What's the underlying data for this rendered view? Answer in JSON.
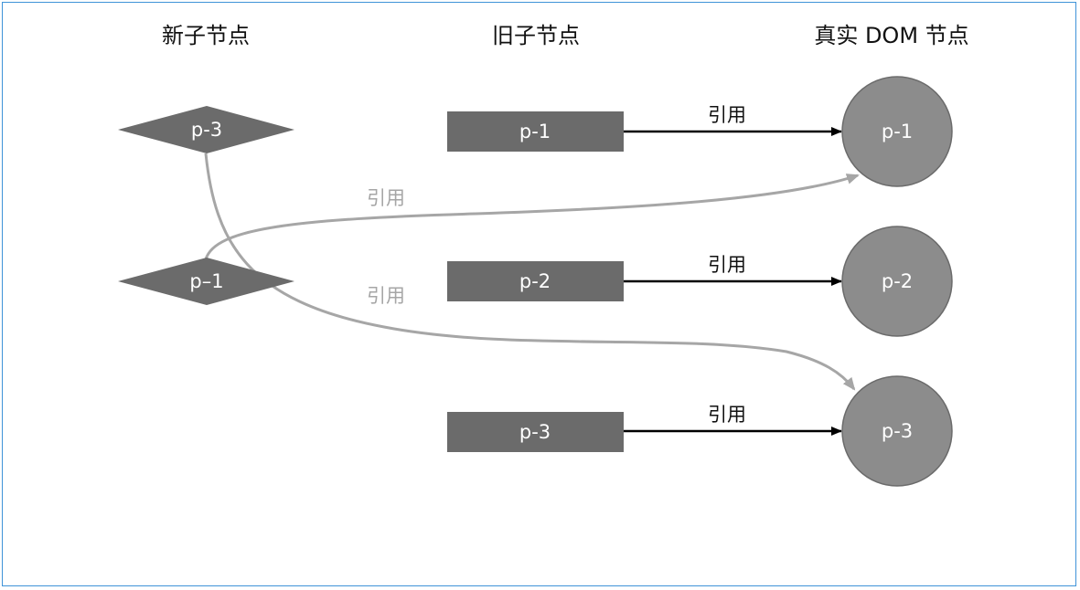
{
  "headers": {
    "new_children": "新子节点",
    "old_children": "旧子节点",
    "real_dom": "真实 DOM 节点"
  },
  "new_nodes": [
    {
      "label": "p-3"
    },
    {
      "label": "p–1"
    }
  ],
  "old_nodes": [
    {
      "label": "p-1"
    },
    {
      "label": "p-2"
    },
    {
      "label": "p-3"
    }
  ],
  "dom_nodes": [
    {
      "label": "p-1"
    },
    {
      "label": "p-2"
    },
    {
      "label": "p-3"
    }
  ],
  "edge_labels": {
    "old_p1": "引用",
    "old_p2": "引用",
    "old_p3": "引用",
    "new_p1": "引用",
    "new_p3": "引用"
  },
  "colors": {
    "frame": "#3f93d8",
    "node_fill": "#6b6b6b",
    "circle_fill": "#8c8c8c",
    "circle_stroke": "#6b6b6b",
    "dark_edge": "#000000",
    "light_edge": "#a6a6a6"
  }
}
